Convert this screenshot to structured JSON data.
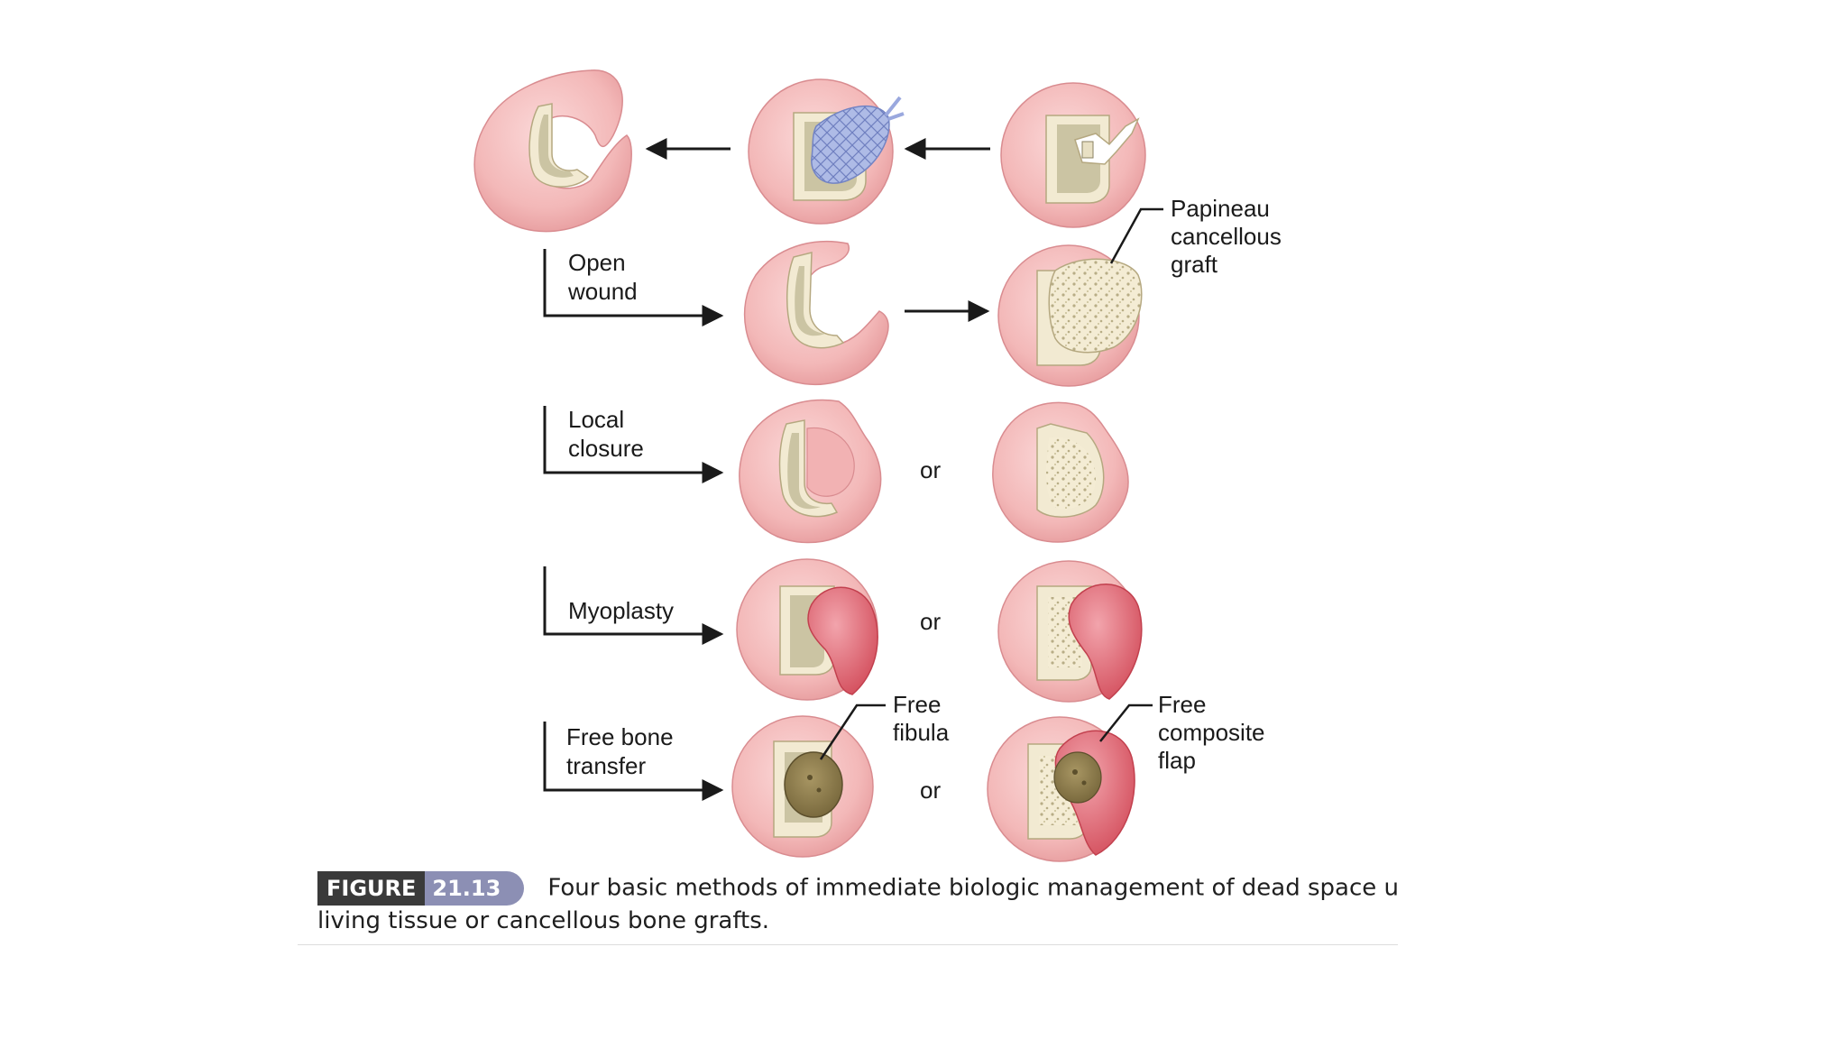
{
  "labels": {
    "open_wound_1": "Open",
    "open_wound_2": "wound",
    "local_closure_1": "Local",
    "local_closure_2": "closure",
    "myoplasty": "Myoplasty",
    "free_bone_1": "Free bone",
    "free_bone_2": "transfer",
    "papineau_1": "Papineau",
    "papineau_2": "cancellous",
    "papineau_3": "graft",
    "free_fibula_1": "Free",
    "free_fibula_2": "fibula",
    "free_composite_1": "Free",
    "free_composite_2": "composite",
    "free_composite_3": "flap",
    "or": "or"
  },
  "caption": {
    "figure_word": "FIGURE",
    "figure_number": "21.13",
    "line1": "Four basic methods of immediate biologic management of dead space us",
    "line2": "living tissue or cancellous bone grafts."
  },
  "colors": {
    "soft_tissue": "#f3b8b8",
    "cortex": "#f2ead2",
    "marrow": "#cbc4a3",
    "muscle_flap": "#e0707a",
    "cancellous_graft": "#f2e9cf",
    "bead_pouch": "#a9b6e4",
    "fibula": "#8c7a4a"
  }
}
